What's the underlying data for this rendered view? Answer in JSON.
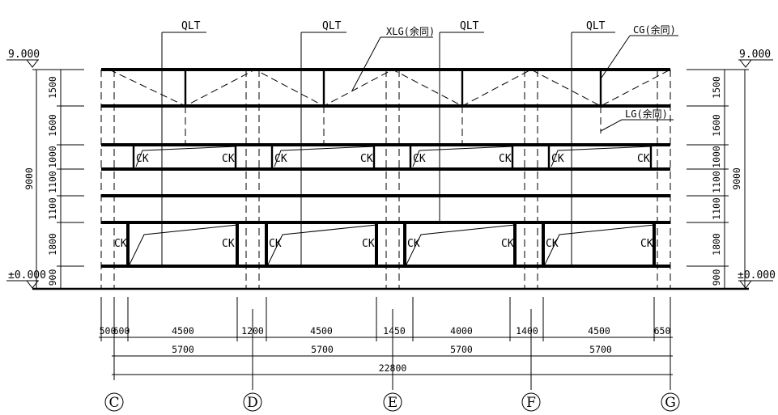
{
  "labels": {
    "qlt": "QLT",
    "xlg": "XLG(余同)",
    "cg": "CG(余同)",
    "lg": "LG(余同)",
    "ck": "CK"
  },
  "levels": {
    "top": "9.000",
    "bottom": "±0.000"
  },
  "vertical_dims": [
    "1500",
    "1600",
    "1000",
    "1100",
    "1100",
    "1800",
    "900"
  ],
  "total_height": "9000",
  "horizontal_dims_row1": [
    "500",
    "600",
    "4500",
    "1200",
    "4500",
    "1450",
    "4000",
    "1400",
    "4500",
    "650"
  ],
  "horizontal_dims_row2": [
    "5700",
    "5700",
    "5700",
    "5700"
  ],
  "total_width": "22800",
  "axes": [
    "C",
    "D",
    "E",
    "F",
    "G"
  ]
}
